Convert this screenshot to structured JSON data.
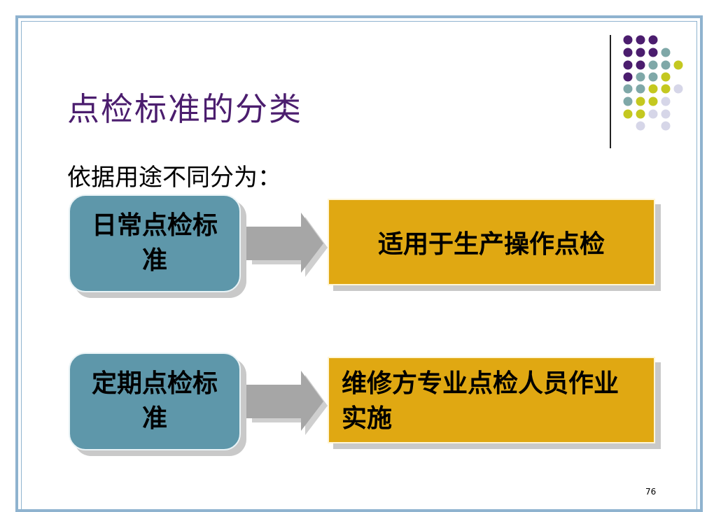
{
  "slide": {
    "title": "点检标准的分类",
    "subtitle": "依据用途不同分为：",
    "page_number": "76"
  },
  "rows": [
    {
      "category": "日常点检标准",
      "description": "适用于生产操作点检"
    },
    {
      "category": "定期点检标准",
      "description": "维修方专业点检人员作业实施"
    }
  ],
  "colors": {
    "title": "#4b1d6e",
    "category_box": "#5e97aa",
    "description_box": "#e0a812",
    "arrow": "#a6a6a6",
    "frame": "#8fb3cf",
    "dot_purple": "#4b1d6e",
    "dot_teal": "#7fa8a8",
    "dot_yellow": "#c4c820",
    "dot_lavender": "#d6d6e8"
  }
}
